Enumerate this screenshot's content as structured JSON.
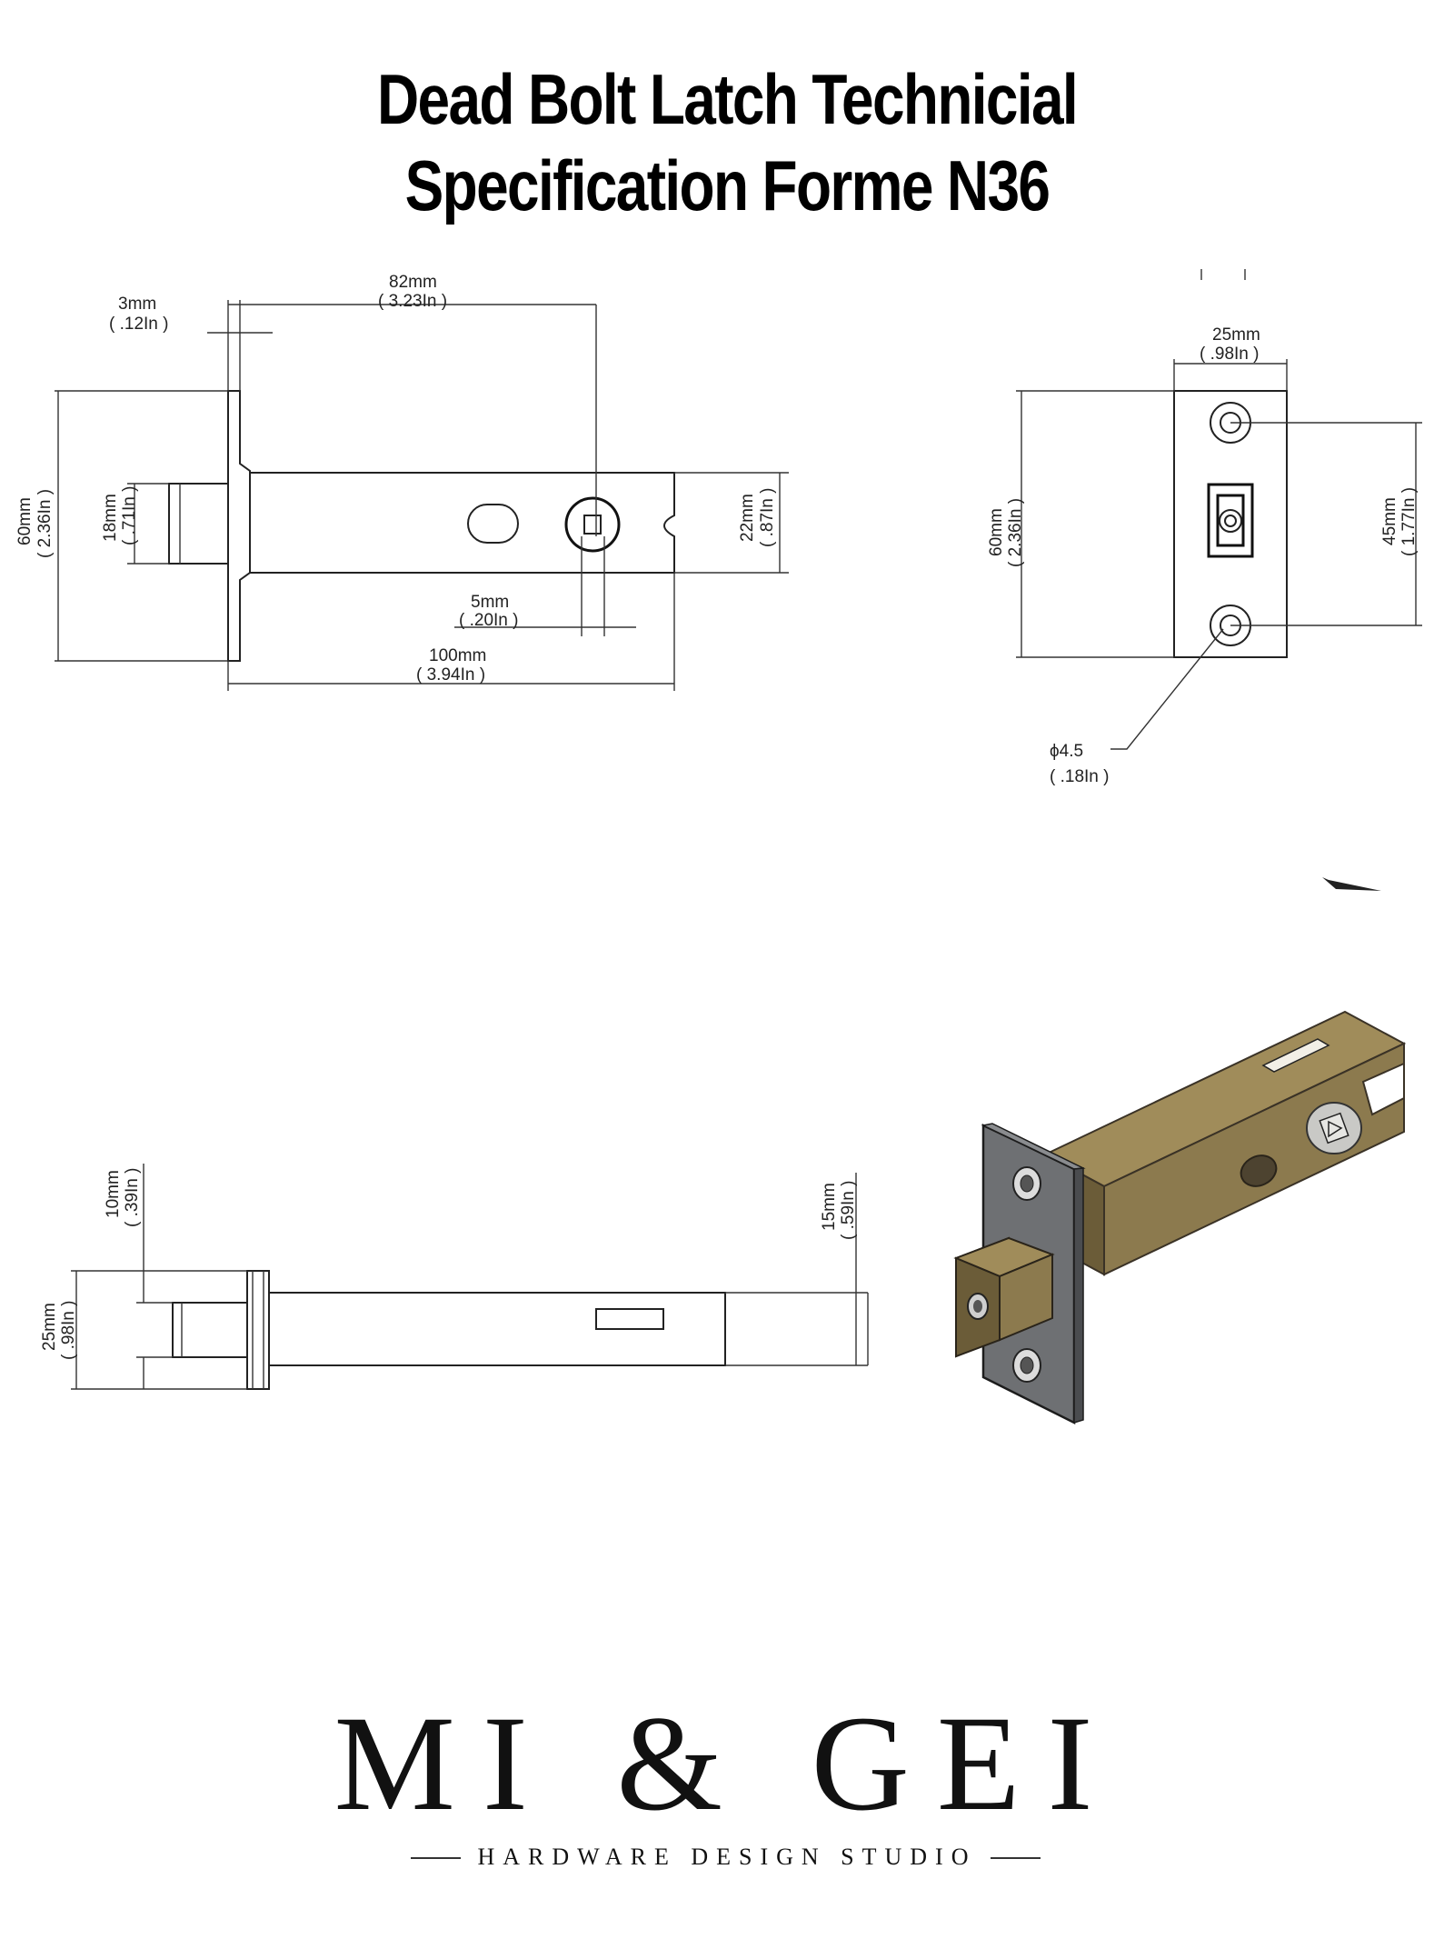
{
  "header": {
    "title_line1": "Dead Bolt Latch Technicial",
    "title_line2": "Specification Forme N36"
  },
  "side_view": {
    "d_3mm": "3mm",
    "d_3mm_in": "( .12In )",
    "d_82mm": "82mm",
    "d_82mm_in": "( 3.23In )",
    "d_60mm": "60mm",
    "d_60mm_in": "( 2.36In )",
    "d_18mm": "18mm",
    "d_18mm_in": "( .71In )",
    "d_22mm": "22mm",
    "d_22mm_in": "( .87In )",
    "d_5mm": "5mm",
    "d_5mm_in": "( .20In )",
    "d_100mm": "100mm",
    "d_100mm_in": "( 3.94In )"
  },
  "front_view": {
    "d_25mm": "25mm",
    "d_25mm_in": "( .98In )",
    "d_60mm": "60mm",
    "d_60mm_in": "( 2.36In )",
    "d_45mm": "45mm",
    "d_45mm_in": "( 1.77In )",
    "d_hole": "ϕ4.5",
    "d_hole_in": "( .18In )"
  },
  "top_view": {
    "d_10mm": "10mm",
    "d_10mm_in": "( .39In )",
    "d_25mm": "25mm",
    "d_25mm_in": "( .98In )",
    "d_15mm": "15mm",
    "d_15mm_in": "( .59In )"
  },
  "brand": {
    "name": "MI & GEI",
    "tagline": "HARDWARE DESIGN STUDIO"
  },
  "colors": {
    "brass": "#8c7a4e",
    "brass_dark": "#6b5c38",
    "faceplate": "#6e7073"
  }
}
